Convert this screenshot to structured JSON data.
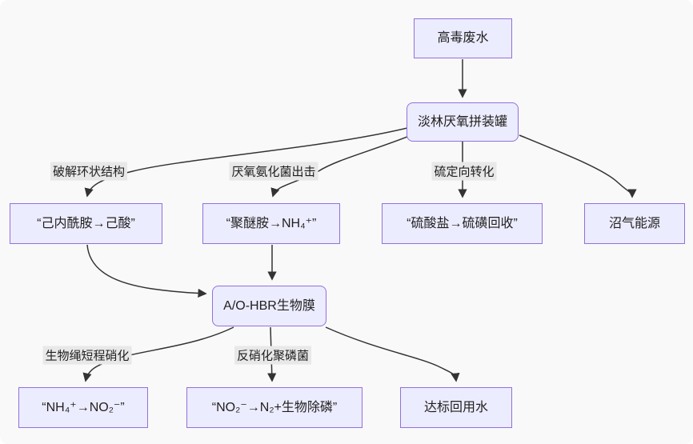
{
  "style": {
    "node_fill": "#ececff",
    "node_border": "#9370db",
    "edge_color": "#333333",
    "edge_label_bg": "#e8e8e8",
    "text_color": "#1f1f1f",
    "background": "#f9f9f9"
  },
  "nodes": {
    "source": {
      "label": "高毒废水"
    },
    "tank": {
      "label": "淡林厌氧拼装罐"
    },
    "caprolactam": {
      "label": "“己内酰胺→己酸”"
    },
    "polyetheramine": {
      "label": "“聚醚胺→NH₄⁺”"
    },
    "sulfate": {
      "label": "“硫酸盐→硫磺回收”"
    },
    "biogas": {
      "label": "沼气能源"
    },
    "aohbr": {
      "label": "A/O-HBR生物膜"
    },
    "nitrite": {
      "label": "“NH₄⁺→NO₂⁻”"
    },
    "denitrify": {
      "label": "“NO₂⁻→N₂+生物除磷”"
    },
    "reuse": {
      "label": "达标回用水"
    }
  },
  "edge_labels": {
    "ring": {
      "label": "破解环状结构"
    },
    "ammonia": {
      "label": "厌氧氨化菌出击"
    },
    "sulfur": {
      "label": "硫定向转化"
    },
    "nitrification": {
      "label": "生物绳短程硝化"
    },
    "denitrification": {
      "label": "反硝化聚磷菌"
    }
  }
}
